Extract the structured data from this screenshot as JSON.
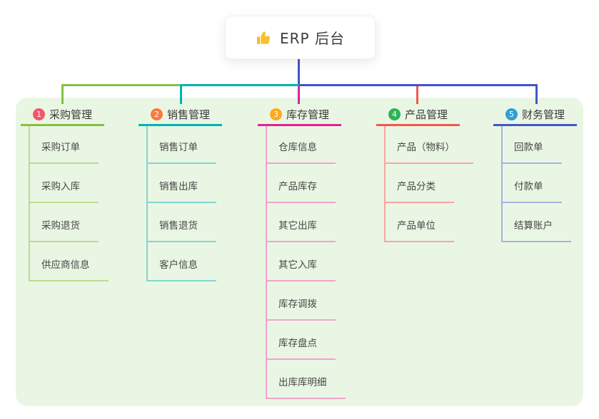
{
  "root": {
    "label": "ERP 后台",
    "icon": "thumbs-up",
    "line_color": "#4254c5"
  },
  "panel": {
    "bg": "#eaf6e4"
  },
  "branches": [
    {
      "num": "1",
      "label": "采购管理",
      "badge_color": "#f4566c",
      "line_color": "#85c043",
      "sub_line_color": "#b9dd90",
      "items": [
        "采购订单",
        "采购入库",
        "采购退货",
        "供应商信息"
      ]
    },
    {
      "num": "2",
      "label": "销售管理",
      "badge_color": "#f87a3d",
      "line_color": "#00b2b4",
      "sub_line_color": "#84d6d0",
      "items": [
        "销售订单",
        "销售出库",
        "销售退货",
        "客户信息"
      ]
    },
    {
      "num": "3",
      "label": "库存管理",
      "badge_color": "#fcaa1e",
      "line_color": "#e0219a",
      "sub_line_color": "#f2a3cb",
      "items": [
        "仓库信息",
        "产品库存",
        "其它出库",
        "其它入库",
        "库存调拨",
        "库存盘点",
        "出库库明细"
      ]
    },
    {
      "num": "4",
      "label": "产品管理",
      "badge_color": "#2fb357",
      "line_color": "#f4574d",
      "sub_line_color": "#f9a5a0",
      "items": [
        "产品（物料）",
        "产品分类",
        "产品单位"
      ]
    },
    {
      "num": "5",
      "label": "财务管理",
      "badge_color": "#2d9fd6",
      "line_color": "#4159c1",
      "sub_line_color": "#a3b3e4",
      "items": [
        "回款单",
        "付款单",
        "结算账户"
      ]
    }
  ]
}
